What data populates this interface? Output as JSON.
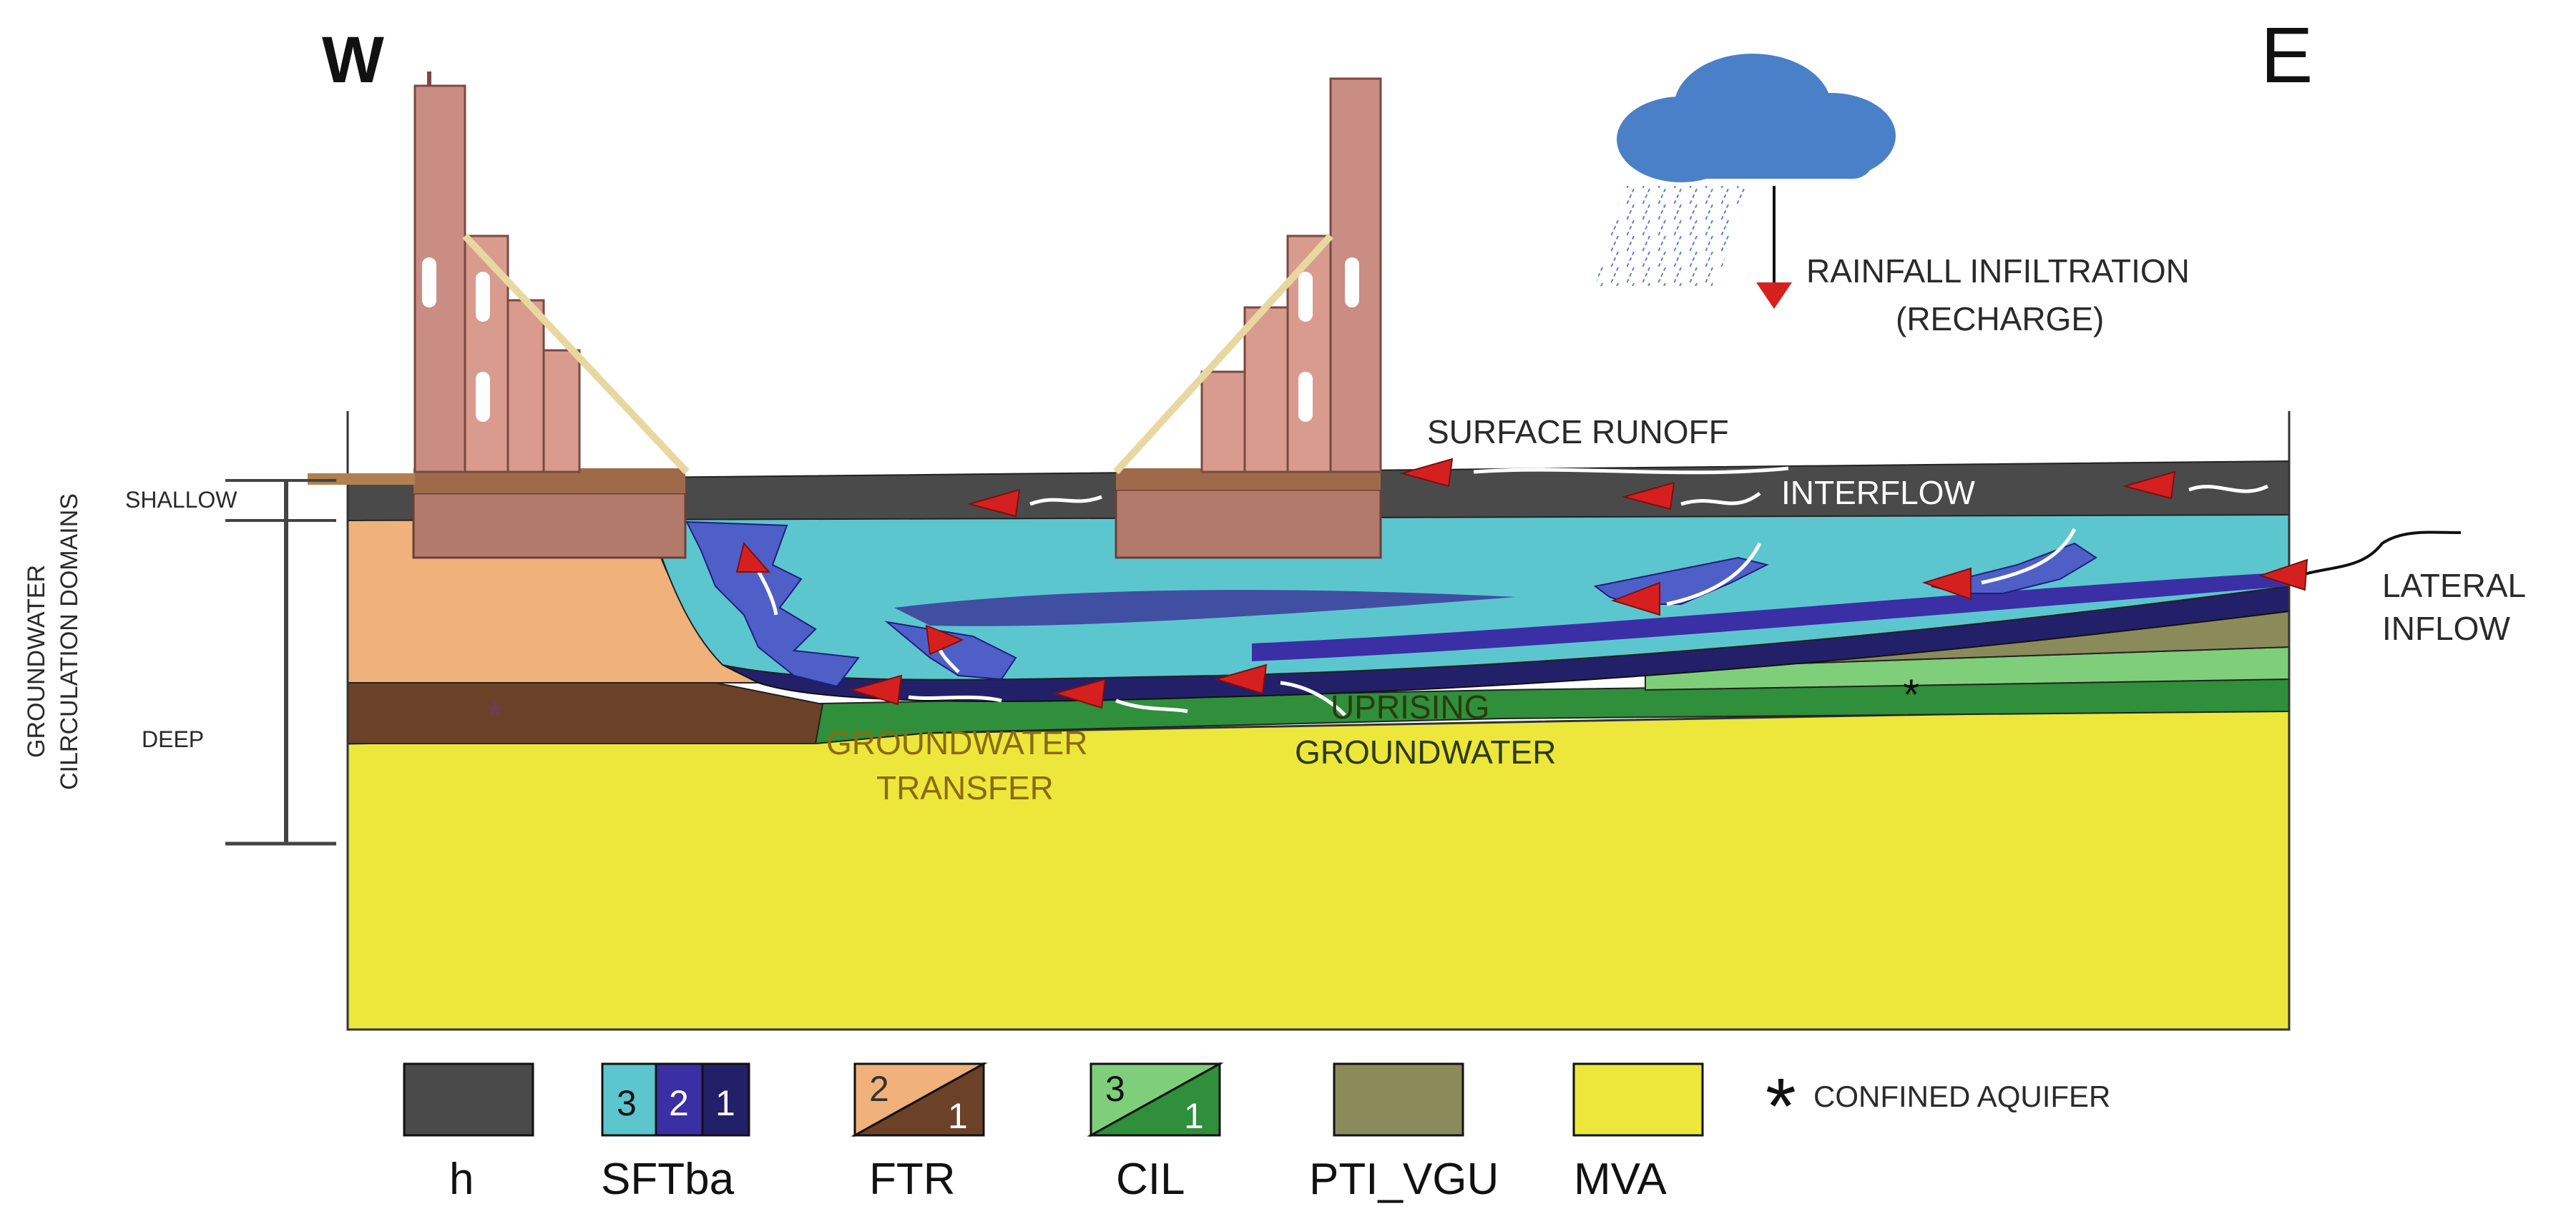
{
  "compass": {
    "west": "W",
    "east": "E"
  },
  "processes": {
    "rainfall_line1": "RAINFALL INFILTRATION",
    "rainfall_line2": "(RECHARGE)",
    "surface_runoff": "SURFACE RUNOFF",
    "interflow": "INTERFLOW",
    "lateral_line1": "LATERAL",
    "lateral_line2": "INFLOW",
    "transfer_line1": "GROUNDWATER",
    "transfer_line2": "TRANSFER",
    "uprising_line1": "UPRISING",
    "uprising_line2": "GROUNDWATER"
  },
  "domains": {
    "axis_line1": "GROUNDWATER",
    "axis_line2": "CILRCULATION DOMAINS",
    "shallow": "SHALLOW",
    "deep": "DEEP"
  },
  "legend": {
    "items": [
      {
        "name": "h",
        "color": "#4a4a4a"
      },
      {
        "name": "SFTba",
        "sub": [
          "3",
          "2",
          "1"
        ],
        "colors": [
          "#5cc6cf",
          "#3b2fa5",
          "#23206a"
        ]
      },
      {
        "name": "FTR",
        "sub": [
          "2",
          "1"
        ],
        "colors": [
          "#f0b27a",
          "#6b4228"
        ]
      },
      {
        "name": "CIL",
        "sub": [
          "3",
          "1"
        ],
        "colors": [
          "#7fcf7a",
          "#2f8f3a"
        ]
      },
      {
        "name": "PTI_VGU",
        "color": "#8b8a5a"
      },
      {
        "name": "MVA",
        "color": "#ece73a"
      }
    ],
    "confined_symbol": "*",
    "confined_label": "CONFINED AQUIFER"
  },
  "colors": {
    "arrow": "#d62020",
    "flowline": "#ffffff",
    "lens": "#4f5fc8"
  }
}
